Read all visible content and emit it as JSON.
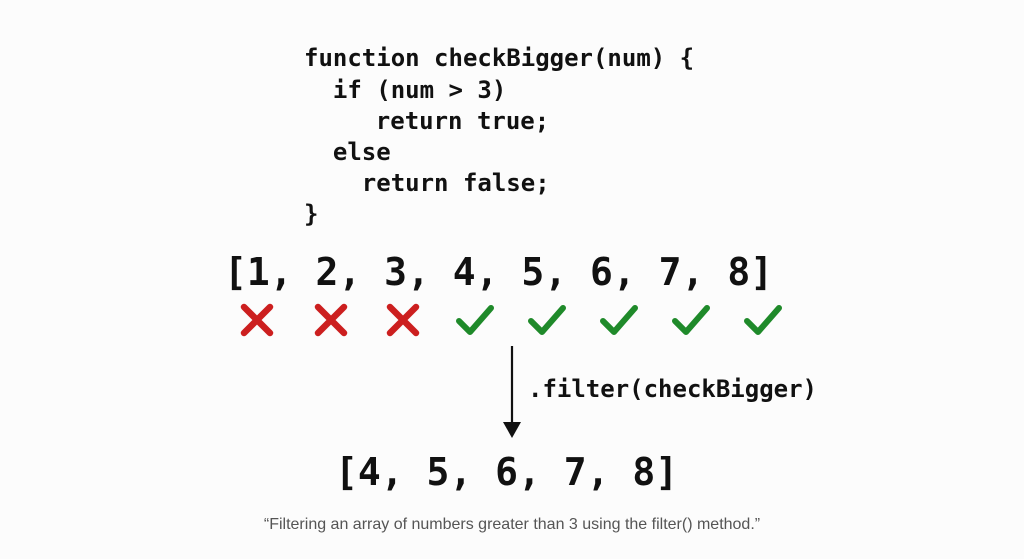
{
  "code": {
    "lines": [
      "function checkBigger(num) {",
      "  if (num > 3)",
      "    return true;",
      "  else",
      "    return false;",
      "}"
    ]
  },
  "input_array": {
    "text": "[1, 2, 3, 4, 5, 6, 7, 8]",
    "values": [
      1,
      2,
      3,
      4,
      5,
      6,
      7,
      8
    ],
    "results": [
      false,
      false,
      false,
      true,
      true,
      true,
      true,
      true
    ]
  },
  "marks": {
    "fail_icon": "cross-icon",
    "pass_icon": "check-icon",
    "fail_color": "#cc1f1f",
    "pass_color": "#1f8a2a"
  },
  "operation": {
    "label": ".filter(checkBigger)"
  },
  "output_array": {
    "text": "[4, 5, 6, 7, 8]",
    "values": [
      4,
      5,
      6,
      7,
      8
    ]
  },
  "caption": "“Filtering an array of numbers greater than 3 using the filter() method.”"
}
